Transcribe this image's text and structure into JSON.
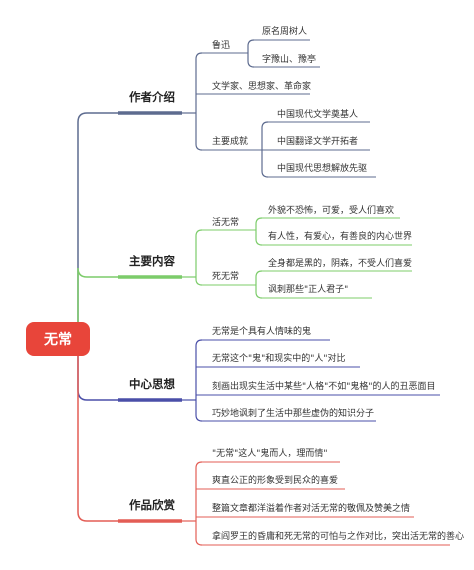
{
  "root": {
    "label": "无常",
    "color": "#e8453a"
  },
  "branches": [
    {
      "label": "作者介绍",
      "color": "#5d6b8f",
      "children": [
        {
          "label": "鲁迅",
          "children": [
            "原名周树人",
            "字豫山、豫亭"
          ]
        },
        {
          "label": "文学家、思想家、革命家",
          "children": []
        },
        {
          "label": "主要成就",
          "children": [
            "中国现代文学奠基人",
            "中国翻译文学开拓者",
            "中国现代思想解放先驱"
          ]
        }
      ]
    },
    {
      "label": "主要内容",
      "color": "#7ccc6a",
      "children": [
        {
          "label": "活无常",
          "children": [
            "外貌不恐怖，可爱，受人们喜欢",
            "有人性，有爱心，有善良的内心世界"
          ]
        },
        {
          "label": "死无常",
          "children": [
            "全身都是黑的，阴森，不受人们喜爱",
            "讽刺那些\"正人君子\""
          ]
        }
      ]
    },
    {
      "label": "中心思想",
      "color": "#4a4fa8",
      "children": [
        {
          "label": "无常是个具有人情味的鬼",
          "children": []
        },
        {
          "label": "无常这个\"鬼\"和现实中的\"人\"对比",
          "children": []
        },
        {
          "label": "刻画出现实生活中某些\"人格\"不如\"鬼格\"的人的丑恶面目",
          "children": []
        },
        {
          "label": "巧妙地讽刺了生活中那些虚伪的知识分子",
          "children": []
        }
      ]
    },
    {
      "label": "作品欣赏",
      "color": "#e35d55",
      "children": [
        {
          "label": "\"无常\"这人\"鬼而人，理而情\"",
          "children": []
        },
        {
          "label": "爽直公正的形象受到民众的喜爱",
          "children": []
        },
        {
          "label": "整篇文章都洋溢着作者对活无常的敬佩及赞美之情",
          "children": []
        },
        {
          "label": "拿阎罗王的昏庸和死无常的可怕与之作对比，突出活无常的善心",
          "children": []
        }
      ]
    }
  ]
}
